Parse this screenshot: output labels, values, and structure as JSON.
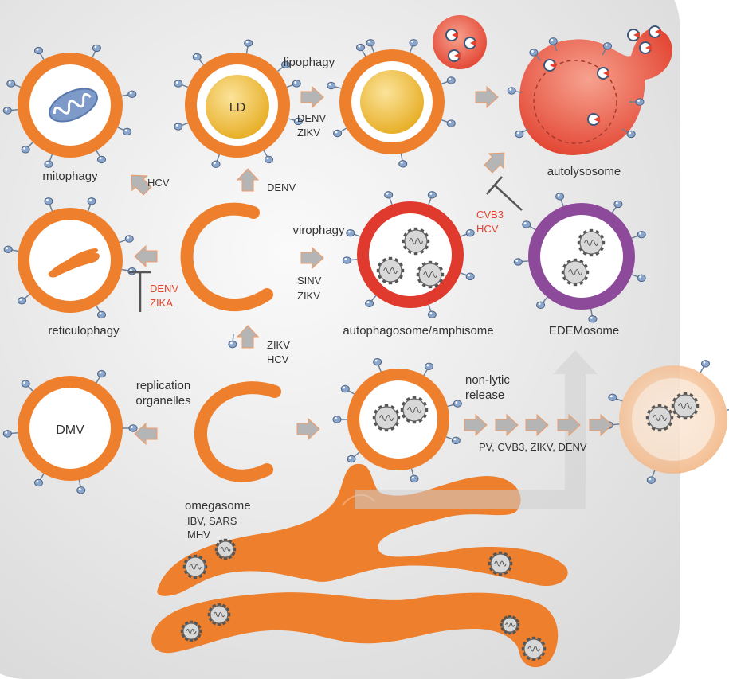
{
  "labels": {
    "mitophagy": "mitophagy",
    "lipophagy": "lipophagy",
    "ld": "LD",
    "autolysosome": "autolysosome",
    "reticulophagy": "reticulophagy",
    "virophagy": "virophagy",
    "autophagosome": "autophagosome/amphisome",
    "edemosome": "EDEMosome",
    "replication_line1": "replication",
    "replication_line2": "organelles",
    "dmv": "DMV",
    "nonlytic_line1": "non-lytic",
    "nonlytic_line2": "release",
    "omegasome": "omegasome"
  },
  "viruses": {
    "lipophagy_1": "DENV",
    "lipophagy_2": "ZIKV",
    "mitophagy": "HCV",
    "virophagy_up": "DENV",
    "reticulophagy_1": "DENV",
    "reticulophagy_2": "ZIKA",
    "virophagy_1": "SINV",
    "virophagy_2": "ZIKV",
    "fusion_block_1": "CVB3",
    "fusion_block_2": "HCV",
    "up_1": "ZIKV",
    "up_2": "HCV",
    "release": "PV, CVB3, ZIKV, DENV",
    "omegasome_1": "IBV, SARS",
    "omegasome_2": "MHV"
  },
  "colors": {
    "membrane": "#ee7f2d",
    "autophagosome": "#e03a2e",
    "autolysosome": "#e9473a",
    "edemosome": "#8e4a9a",
    "lipid_droplet": "#f1c232",
    "arrow": "#b5b5b5",
    "inhibition_text": "#e0452f",
    "receptor": "#8aa6cc"
  }
}
